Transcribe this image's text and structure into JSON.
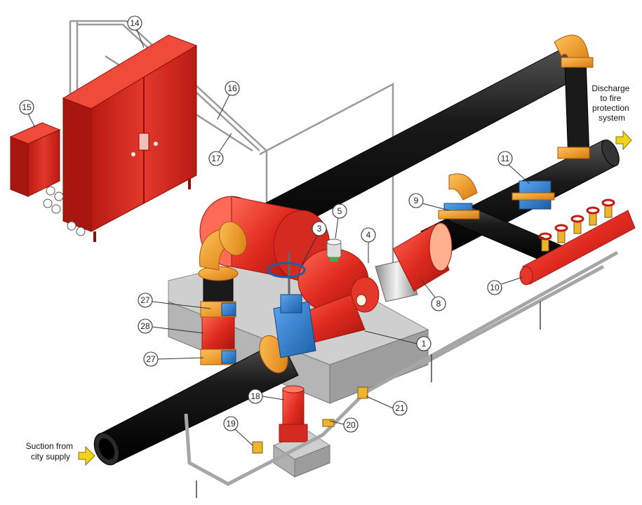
{
  "labels": {
    "suction": [
      "Suction from",
      "city supply"
    ],
    "discharge": [
      "Discharge",
      "to fire",
      "protection",
      "system"
    ]
  },
  "callouts": [
    "1",
    "3",
    "4",
    "5",
    "8",
    "9",
    "10",
    "11",
    "14",
    "15",
    "16",
    "17",
    "18",
    "19",
    "20",
    "21",
    "27",
    "28",
    "27"
  ],
  "colors": {
    "pipe": "#1c1c1c",
    "pump_red": "#e63b2e",
    "cabinet_red": "#d9261c",
    "valve_blue": "#2b78c9",
    "fitting_orange": "#f0961e",
    "base_gray": "#bdbdbd",
    "arrow_yellow": "#f2d21b"
  }
}
